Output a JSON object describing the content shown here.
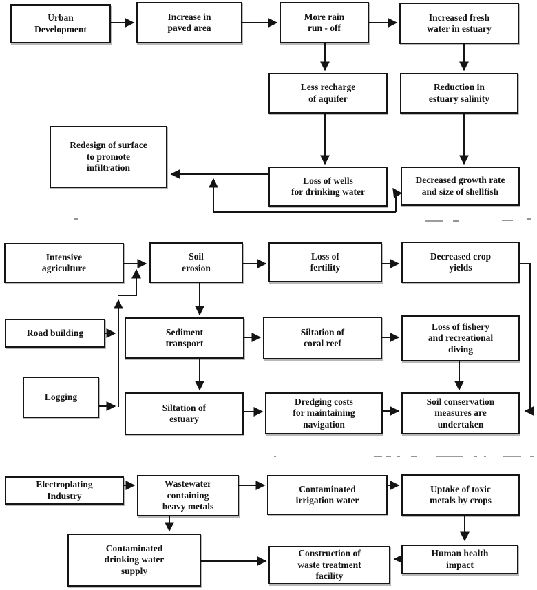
{
  "colors": {
    "ink": "#141414",
    "background": "#ffffff"
  },
  "nodes": {
    "urban_development": {
      "label": "Urban\nDevelopment"
    },
    "increase_paved_area": {
      "label": "Increase in\npaved area"
    },
    "more_rain_runoff": {
      "label": "More rain\nrun - off"
    },
    "increased_fresh_water": {
      "label": "Increased fresh\nwater in estuary"
    },
    "less_recharge_aquifer": {
      "label": "Less recharge\nof aquifer"
    },
    "reduction_estuary_salinity": {
      "label": "Reduction in\nestuary salinity"
    },
    "redesign_surface": {
      "label": "Redesign of surface\nto promote\ninfiltration"
    },
    "loss_of_wells": {
      "label": "Loss of wells\nfor drinking water"
    },
    "decreased_shellfish": {
      "label": "Decreased growth rate\nand size of shellfish"
    },
    "intensive_agriculture": {
      "label": "Intensive\nagriculture"
    },
    "soil_erosion": {
      "label": "Soil\nerosion"
    },
    "loss_of_fertility": {
      "label": "Loss of\nfertility"
    },
    "decreased_crop_yields": {
      "label": "Decreased crop\nyields"
    },
    "road_building": {
      "label": "Road building"
    },
    "sediment_transport": {
      "label": "Sediment\ntransport"
    },
    "siltation_coral_reef": {
      "label": "Siltation of\ncoral reef"
    },
    "loss_of_fishery": {
      "label": "Loss of fishery\nand recreational\ndiving"
    },
    "logging": {
      "label": "Logging"
    },
    "siltation_estuary": {
      "label": "Siltation of\nestuary"
    },
    "dredging_costs": {
      "label": "Dredging costs\nfor maintaining\nnavigation"
    },
    "soil_conservation": {
      "label": "Soil conservation\nmeasures are\nundertaken"
    },
    "electroplating_industry": {
      "label": "Electroplating\nIndustry"
    },
    "wastewater_heavy_metals": {
      "label": "Wastewater\ncontaining\nheavy metals"
    },
    "contaminated_irrigation": {
      "label": "Contaminated\nirrigation water"
    },
    "uptake_toxic_metals": {
      "label": "Uptake of toxic\nmetals by crops"
    },
    "contaminated_drinking": {
      "label": "Contaminated\ndrinking water\nsupply"
    },
    "construction_waste_treatment": {
      "label": "Construction of\nwaste treatment\nfacility"
    },
    "human_health_impact": {
      "label": "Human health\nimpact"
    }
  },
  "edges": [
    {
      "from": "urban_development",
      "to": "increase_paved_area"
    },
    {
      "from": "increase_paved_area",
      "to": "more_rain_runoff"
    },
    {
      "from": "more_rain_runoff",
      "to": "increased_fresh_water"
    },
    {
      "from": "more_rain_runoff",
      "to": "less_recharge_aquifer"
    },
    {
      "from": "increased_fresh_water",
      "to": "reduction_estuary_salinity"
    },
    {
      "from": "less_recharge_aquifer",
      "to": "loss_of_wells"
    },
    {
      "from": "reduction_estuary_salinity",
      "to": "decreased_shellfish"
    },
    {
      "from": "loss_of_wells",
      "to": "redesign_surface"
    },
    {
      "from": "decreased_shellfish",
      "to": "redesign_surface"
    },
    {
      "from": "intensive_agriculture",
      "to": "soil_erosion"
    },
    {
      "from": "road_building",
      "to": "soil_erosion"
    },
    {
      "from": "logging",
      "to": "soil_erosion"
    },
    {
      "from": "soil_erosion",
      "to": "loss_of_fertility"
    },
    {
      "from": "loss_of_fertility",
      "to": "decreased_crop_yields"
    },
    {
      "from": "decreased_crop_yields",
      "to": "soil_conservation"
    },
    {
      "from": "soil_erosion",
      "to": "sediment_transport"
    },
    {
      "from": "sediment_transport",
      "to": "siltation_coral_reef"
    },
    {
      "from": "siltation_coral_reef",
      "to": "loss_of_fishery"
    },
    {
      "from": "loss_of_fishery",
      "to": "soil_conservation"
    },
    {
      "from": "sediment_transport",
      "to": "siltation_estuary"
    },
    {
      "from": "siltation_estuary",
      "to": "dredging_costs"
    },
    {
      "from": "dredging_costs",
      "to": "soil_conservation"
    },
    {
      "from": "electroplating_industry",
      "to": "wastewater_heavy_metals"
    },
    {
      "from": "wastewater_heavy_metals",
      "to": "contaminated_irrigation"
    },
    {
      "from": "contaminated_irrigation",
      "to": "uptake_toxic_metals"
    },
    {
      "from": "uptake_toxic_metals",
      "to": "human_health_impact"
    },
    {
      "from": "human_health_impact",
      "to": "construction_waste_treatment"
    },
    {
      "from": "wastewater_heavy_metals",
      "to": "contaminated_drinking"
    },
    {
      "from": "contaminated_drinking",
      "to": "construction_waste_treatment"
    }
  ]
}
